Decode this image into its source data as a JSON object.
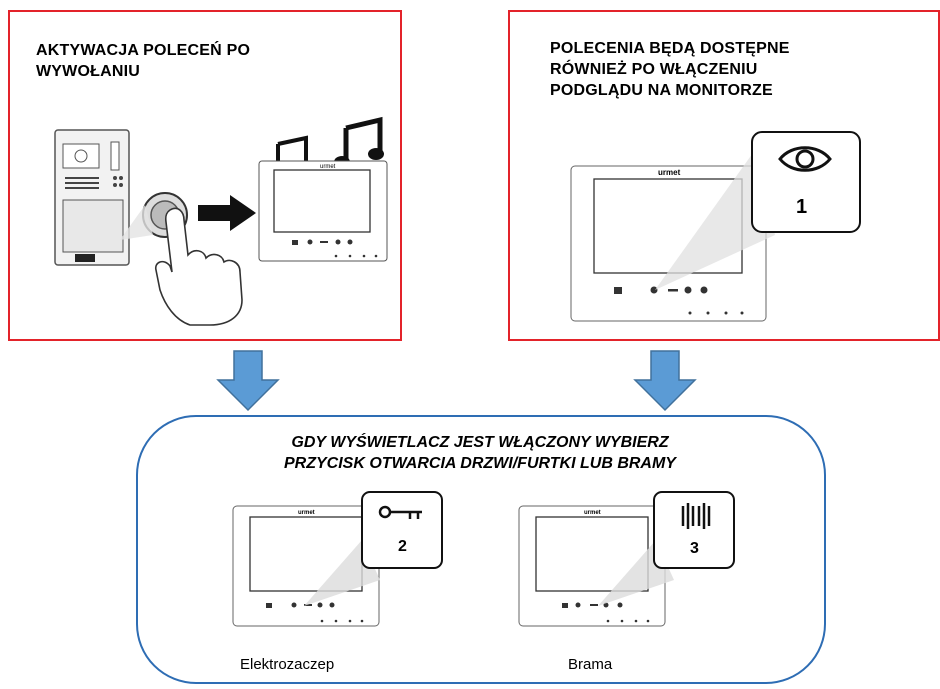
{
  "left_panel": {
    "title_line1": "AKTYWACJA POLECEŃ PO",
    "title_line2": "WYWOŁANIU"
  },
  "right_panel": {
    "title_line1": "POLECENIA BĘDĄ DOSTĘPNE",
    "title_line2": "RÓWNIEŻ PO WŁĄCZENIU",
    "title_line3": "PODGLĄDU NA MONITORZE",
    "callout_number": "1"
  },
  "bottom_panel": {
    "title_line1": "GDY WYŚWIETLACZ JEST WŁĄCZONY WYBIERZ",
    "title_line2": "PRZYCISK OTWARCIA DRZWI/FURTKI LUB BRAMY",
    "left_callout_number": "2",
    "right_callout_number": "3",
    "left_caption": "Elektrozaczep",
    "right_caption": "Brama"
  },
  "brand_mark": "urmet",
  "colors": {
    "red_border": "#e3232a",
    "blue_border": "#2e6db4",
    "arrow_fill": "#5b9bd5",
    "arrow_stroke": "#41719c"
  },
  "icons": [
    "door-station-icon",
    "hand-pressing-icon",
    "music-note-icon",
    "monitor-icon",
    "eye-icon",
    "key-icon",
    "gate-icon",
    "down-arrow-icon"
  ]
}
